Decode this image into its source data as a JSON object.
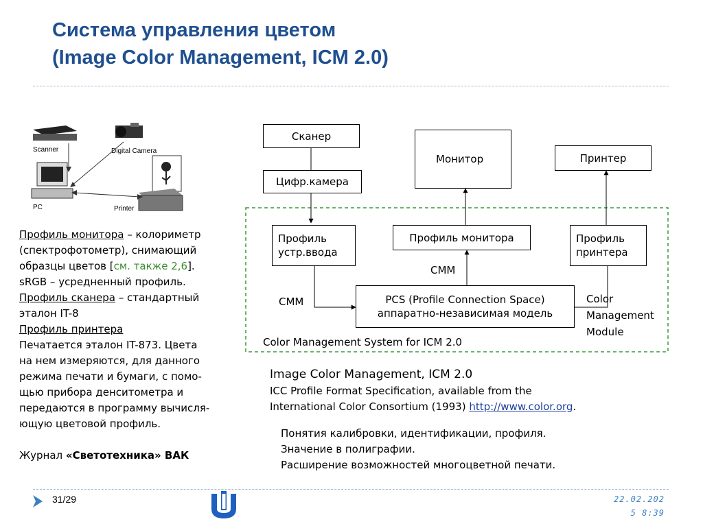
{
  "title": {
    "line1": "Система управления цветом",
    "line2": "(Image Color Management, ICM 2.0)"
  },
  "illustration": {
    "scanner": "Scanner",
    "camera": "Digital Camera",
    "pc": "PC",
    "printer": "Printer"
  },
  "left_text": {
    "monitor_profile_link": "Профиль монитора",
    "l1_rest": " – колориметр",
    "l2": "(спектрофотометр), снимающий",
    "l3_a": "образцы цветов [",
    "l3_green": "см. также 2,6",
    "l3_b": "].",
    "l4": "sRGB – усредненный профиль.",
    "scanner_profile_link": "Профиль сканера",
    "l5_rest": " – стандартный",
    "l6": "эталон IT-8",
    "printer_profile_link": "Профиль принтера",
    "l8": "Печатается эталон IT-873. Цвета",
    "l9": "на нем измеряются, для данного",
    "l10": "режима печати и бумаги, с помо-",
    "l11": "щью прибора денситометра и",
    "l12": "передаются в программу вычисля-",
    "l13": "ющую цветовой профиль.",
    "journal_prefix": "Журнал ",
    "journal_bold": "«Светотехника» ВАК"
  },
  "diagram": {
    "scanner": "Сканер",
    "camera": "Цифр.камера",
    "monitor": "Монитор",
    "printer": "Принтер",
    "input_profile_1": "Профиль",
    "input_profile_2": "устр.ввода",
    "monitor_profile": "Профиль монитора",
    "printer_profile_1": "Профиль",
    "printer_profile_2": "принтера",
    "cmm_top": "CMM",
    "cmm_left": "CMM",
    "pcs_1": "PCS (Profile Connection Space)",
    "pcs_2": "аппаратно-независимая модель",
    "cm_module_1": "Color",
    "cm_module_2": "Management",
    "cm_module_3": "Module",
    "system_label": "Color Management System for ICM 2.0"
  },
  "refs": {
    "line1": "Image Color Management, ICM 2.0",
    "line2": "ICC Profile Format Specification, available from the",
    "line3_text": "International Color Consortium (1993) ",
    "line3_link": "http://www.color.org",
    "line3_end": "."
  },
  "concepts": {
    "c1": "Понятия калибровки, идентификации, профиля.",
    "c2": "Значение в полиграфии.",
    "c3": "Расширение возможностей многоцветной печати."
  },
  "footer": {
    "page": "31/29",
    "date_line1": "22.02.202",
    "date_line2": "5 8:39"
  },
  "colors": {
    "title": "#1f4f8f",
    "accent": "#3a7fc2",
    "dashed_frame": "#3a9a3a",
    "green_ref": "#3a8a2c"
  },
  "icons": {
    "nav": "nav-arrow-icon",
    "logo": "university-logo-icon"
  }
}
